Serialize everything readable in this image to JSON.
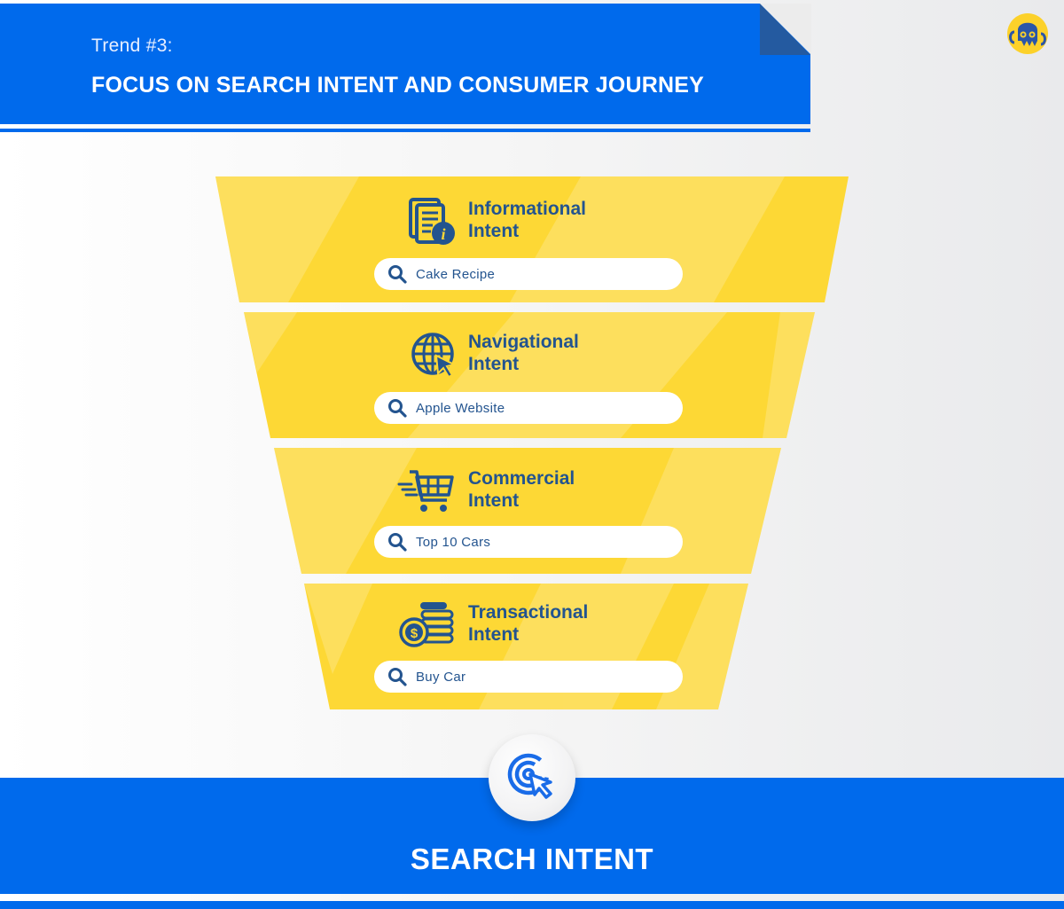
{
  "header": {
    "trend_label": "Trend #3:",
    "title": "FOCUS ON SEARCH INTENT AND CONSUMER JOURNEY"
  },
  "logo": {
    "icon": "octopus-logo-icon"
  },
  "funnel": {
    "tiers": [
      {
        "title": "Informational\nIntent",
        "icon": "document-info-icon",
        "search_query": "Cake Recipe"
      },
      {
        "title": "Navigational\nIntent",
        "icon": "globe-cursor-icon",
        "search_query": "Apple Website"
      },
      {
        "title": "Commercial\nIntent",
        "icon": "shopping-cart-icon",
        "search_query": "Top 10 Cars"
      },
      {
        "title": "Transactional\nIntent",
        "icon": "coins-dollar-icon",
        "search_query": "Buy Car"
      }
    ]
  },
  "footer": {
    "badge_icon": "target-cursor-icon",
    "title": "SEARCH INTENT"
  },
  "colors": {
    "brand_blue": "#006aec",
    "fold_blue": "#245aa0",
    "funnel_yellow": "#fdd835",
    "text_navy": "#23548f"
  }
}
